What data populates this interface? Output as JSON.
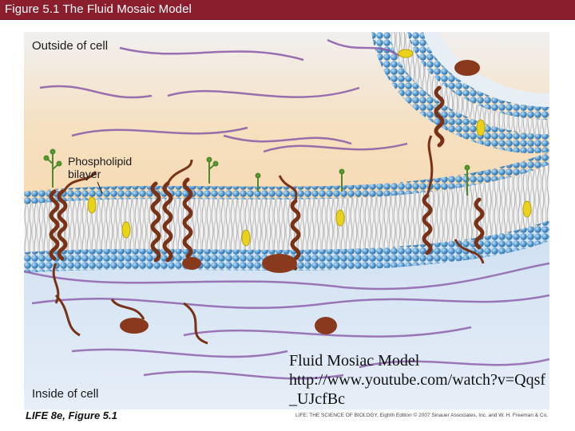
{
  "header": {
    "title": "Figure 5.1 The Fluid Mosaic Model"
  },
  "figure": {
    "labels": {
      "outside": "Outside of cell",
      "phospholipid_line1": "Phospholipid",
      "phospholipid_line2": "bilayer",
      "inside": "Inside of cell"
    },
    "footer_left": "LIFE 8e, Figure 5.1",
    "footer_right": "LIFE: THE SCIENCE OF BIOLOGY, Eighth Edition © 2007 Sinauer Associates, Inc. and W. H. Freeman & Co."
  },
  "caption": {
    "line1": "Fluid Mosiac Model",
    "url": "http://www.youtube.com/watch?v=Qqsf_UJcfBc"
  },
  "colors": {
    "title_bar": "#8b1e2c",
    "head_blue": "#4a90c8",
    "protein_brown": "#8a3a1c",
    "cholesterol_yellow": "#e8d21a",
    "fiber_purple": "#8a5aa8",
    "outside_bg": "#f7e3c4",
    "inside_bg": "#dfeaf6"
  }
}
